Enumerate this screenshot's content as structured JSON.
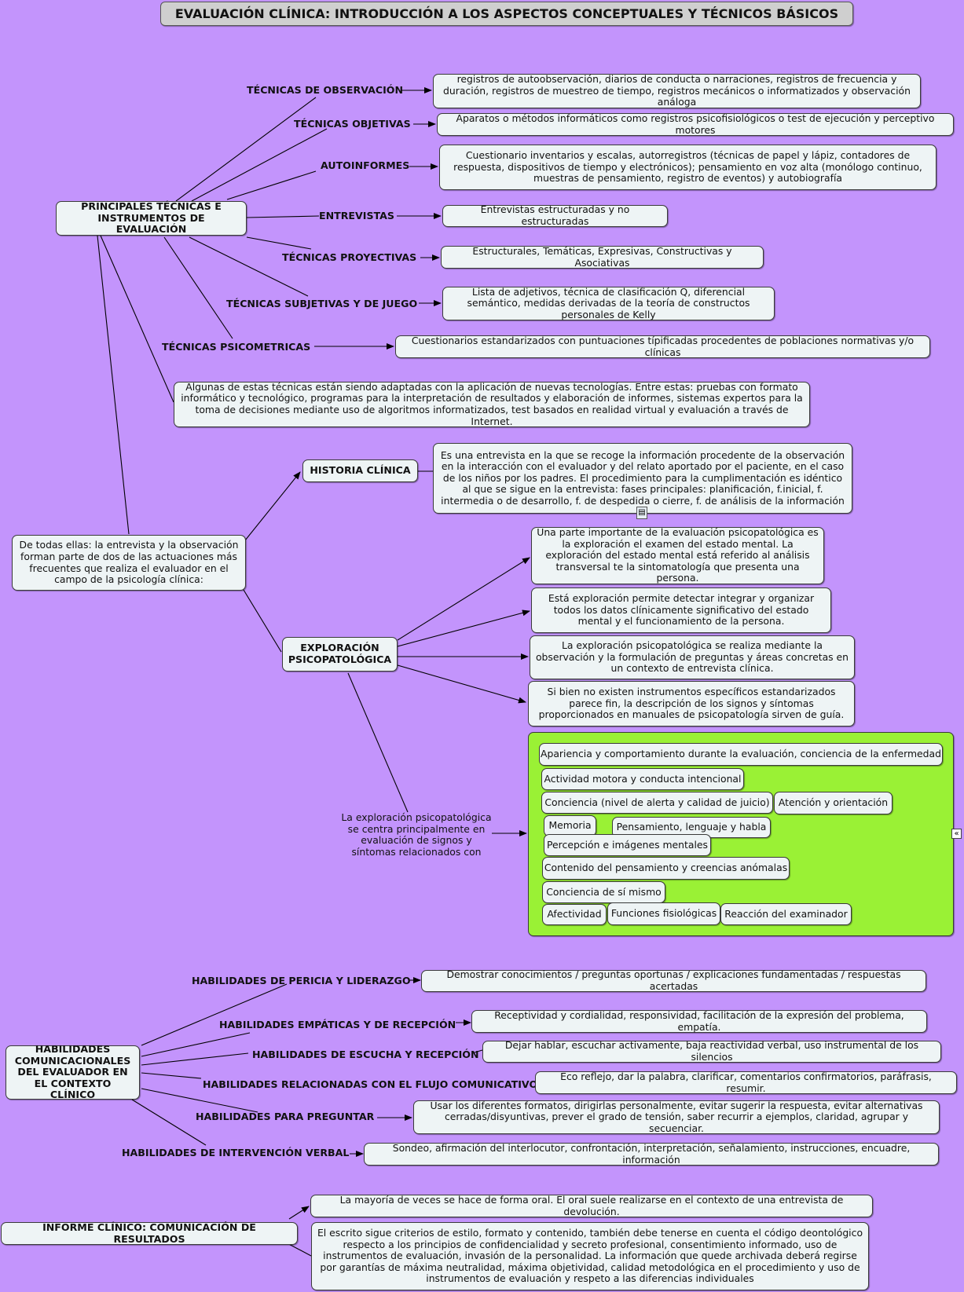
{
  "title": "EVALUACIÓN CLÍNICA: INTRODUCCIÓN A LOS ASPECTOS CONCEPTUALES Y TÉCNICOS BÁSICOS",
  "tecnicas": {
    "root": "PRINCIPALES TÉCNICAS E INSTRUMENTOS DE EVALUACIÓN",
    "branches": [
      {
        "label": "TÉCNICAS DE OBSERVACIÓN",
        "detail": "registros de autoobservación, diarios de conducta o narraciones, registros de frecuencia y duración, registros de muestreo de tiempo, registros mecánicos o informatizados y observación análoga"
      },
      {
        "label": "TÉCNICAS OBJETIVAS",
        "detail": "Aparatos o métodos informáticos como registros psicofisiológicos o test de ejecución y perceptivo motores"
      },
      {
        "label": "AUTOINFORMES",
        "detail": "Cuestionario inventarios y escalas, autorregistros (técnicas de papel y lápiz, contadores de respuesta, dispositivos de tiempo y electrónicos); pensamiento en voz alta (monólogo continuo, muestras de pensamiento, registro de eventos) y autobiografía"
      },
      {
        "label": "ENTREVISTAS",
        "detail": "Entrevistas estructuradas y no estructuradas"
      },
      {
        "label": "TÉCNICAS PROYECTIVAS",
        "detail": "Estructurales, Temáticas, Expresivas, Constructivas y Asociativas"
      },
      {
        "label": "TÉCNICAS SUBJETIVAS Y DE JUEGO",
        "detail": "Lista de adjetivos, técnica de clasificación Q, diferencial semántico, medidas derivadas de la teoría de constructos personales de Kelly"
      },
      {
        "label": "TÉCNICAS PSICOMETRICAS",
        "detail": "Cuestionarios estandarizados con puntuaciones típificadas procedentes de poblaciones normativas y/o clínicas"
      }
    ],
    "nuevas_tecnologias": "Algunas de estas técnicas están siendo adaptadas con la aplicación de nuevas tecnologías. Entre estas: pruebas con formato informático y tecnológico, programas para la interpretación de resultados y elaboración de informes, sistemas expertos para la toma de decisiones mediante uso de algoritmos informatizados, test basados en realidad virtual y evaluación a través de Internet.",
    "frecuentes": "De todas ellas: la entrevista y la observación forman parte de dos de las actuaciones más frecuentes que realiza el evaluador en el campo de la psicología clínica:"
  },
  "historia": {
    "label": "HISTORIA CLÍNICA",
    "detail": "Es una entrevista en la que se recoge la información procedente de la observación en la interacción con el evaluador y del relato aportado por el paciente, en el caso de los niños por los padres. El procedimiento para la cumplimentación es idéntico al que se sigue en la entrevista:  fases principales: planificación, f.inicial, f. intermedia o de desarrollo, f. de despedida o cierre, f. de análisis de la información"
  },
  "exploracion": {
    "label": "EXPLORACIÓN PSICOPATOLÓGICA",
    "notes": [
      "Una parte importante de la evaluación psicopatológica es la exploración el examen del estado mental. La exploración del estado mental está referido al análisis transversal te la sintomatología que presenta una persona.",
      "Está exploración permite detectar integrar y organizar todos los datos clínicamente significativo del estado mental y el funcionamiento de la persona.",
      "La exploración psicopatológica se realiza mediante la observación y la formulación de preguntas y áreas concretas en un contexto de entrevista clínica.",
      "Si bien no existen instrumentos específicos estandarizados parece fin, la descripción de los signos y síntomas proporcionados en manuales de psicopatología sirven de guía."
    ],
    "centra": "La exploración psicopatológica se centra principalmente en evaluación de signos y síntomas relacionados con",
    "areas": [
      "Apariencia y comportamiento durante la evaluación, conciencia de la enfermedad",
      "Actividad motora y conducta intencional",
      "Conciencia (nivel de alerta y calidad de juicio)",
      "Atención y orientación",
      "Memoria",
      "Pensamiento, lenguaje y habla",
      "Percepción e imágenes mentales",
      "Contenido del pensamiento y creencias anómalas",
      "Conciencia de sí mismo",
      "Afectividad",
      "Funciones fisiológicas",
      "Reacción del examinador"
    ]
  },
  "habilidades": {
    "root": "HABILIDADES COMUNICACIONALES DEL EVALUADOR EN EL CONTEXTO CLÍNICO",
    "branches": [
      {
        "label": "HABILIDADES DE PERICIA Y LIDERAZGO",
        "detail": "Demostrar conocimientos / preguntas oportunas / explicaciones fundamentadas / respuestas acertadas"
      },
      {
        "label": "HABILIDADES EMPÁTICAS Y DE RECEPCIÓN",
        "detail": "Receptividad y cordialidad, responsividad, facilitación de la expresión del problema, empatía."
      },
      {
        "label": "HABILIDADES DE ESCUCHA Y RECEPCIÓN",
        "detail": "Dejar hablar, escuchar activamente, baja reactividad verbal, uso instrumental de los silencios"
      },
      {
        "label": "HABILIDADES RELACIONADAS CON EL FLUJO COMUNICATIVO",
        "detail": "Eco reflejo, dar la palabra, clarificar, comentarios confirmatorios, paráfrasis, resumir."
      },
      {
        "label": "HABILIDADES PARA PREGUNTAR",
        "detail": "Usar los diferentes formatos, dirigirlas personalmente, evitar sugerir la respuesta, evitar alternativas cerradas/disyuntivas, prever el grado de tensión, saber recurrir a ejemplos, claridad, agrupar y secuenciar."
      },
      {
        "label": "HABILIDADES DE INTERVENCIÓN VERBAL",
        "detail": "Sondeo, afirmación del interlocutor, confrontación, interpretación, señalamiento, instrucciones, encuadre, información"
      }
    ]
  },
  "informe": {
    "root": "INFORME CLÍNICO: COMUNICACIÓN DE RESULTADOS",
    "oral": "La mayoría de veces se hace de forma oral.  El oral suele realizarse en el contexto de una entrevista de devolución.",
    "escrito": "El escrito sigue criterios de estilo, formato y contenido, también debe tenerse en cuenta el código deontológico respecto a los principios de confidencialidad y secreto profesional, consentimiento informado, uso de instrumentos de evaluación, invasión de la personalidad. La información que quede archivada deberá regirse por garantías de máxima neutralidad, máxima objetividad, calidad metodológica en el procedimiento y uso de instrumentos de evaluación y respeto a las diferencias individuales"
  },
  "icons": {
    "note": "note-icon",
    "collapse": "collapse-icon"
  },
  "colors": {
    "background": "#c394fc",
    "node": "#eef4f5",
    "group": "#9af135",
    "title": "#cfcfcf"
  }
}
